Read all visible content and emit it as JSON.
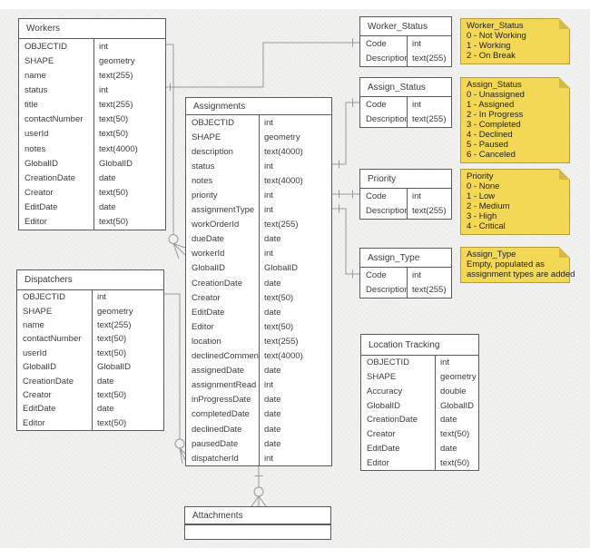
{
  "colors": {
    "canvas_bg": "#f1f1ef",
    "table_bg": "#ffffff",
    "table_border": "#5a5a5a",
    "text": "#3b3b3b",
    "connector": "#999999",
    "note_fill": "#f2d855",
    "note_border": "#b59d35",
    "note_fold": "#d4b84a"
  },
  "tables": [
    {
      "id": "workers",
      "title": "Workers",
      "fields": [
        {
          "name": "OBJECTID",
          "type": "int"
        },
        {
          "name": "SHAPE",
          "type": "geometry"
        },
        {
          "name": "name",
          "type": "text(255)"
        },
        {
          "name": "status",
          "type": "int"
        },
        {
          "name": "title",
          "type": "text(255)"
        },
        {
          "name": "contactNumber",
          "type": "text(50)"
        },
        {
          "name": "userId",
          "type": "text(50)"
        },
        {
          "name": "notes",
          "type": "text(4000)"
        },
        {
          "name": "GlobalID",
          "type": "GlobalID"
        },
        {
          "name": "CreationDate",
          "type": "date"
        },
        {
          "name": "Creator",
          "type": "text(50)"
        },
        {
          "name": "EditDate",
          "type": "date"
        },
        {
          "name": "Editor",
          "type": "text(50)"
        }
      ]
    },
    {
      "id": "dispatchers",
      "title": "Dispatchers",
      "fields": [
        {
          "name": "OBJECTID",
          "type": "int"
        },
        {
          "name": "SHAPE",
          "type": "geometry"
        },
        {
          "name": "name",
          "type": "text(255)"
        },
        {
          "name": "contactNumber",
          "type": "text(50)"
        },
        {
          "name": "userId",
          "type": "text(50)"
        },
        {
          "name": "GlobalID",
          "type": "GlobalID"
        },
        {
          "name": "CreationDate",
          "type": "date"
        },
        {
          "name": "Creator",
          "type": "text(50)"
        },
        {
          "name": "EditDate",
          "type": "date"
        },
        {
          "name": "Editor",
          "type": "text(50)"
        }
      ]
    },
    {
      "id": "assignments",
      "title": "Assignments",
      "fields": [
        {
          "name": "OBJECTID",
          "type": "int"
        },
        {
          "name": "SHAPE",
          "type": "geometry"
        },
        {
          "name": "description",
          "type": "text(4000)"
        },
        {
          "name": "status",
          "type": "int"
        },
        {
          "name": "notes",
          "type": "text(4000)"
        },
        {
          "name": "priority",
          "type": "int"
        },
        {
          "name": "assignmentType",
          "type": "int"
        },
        {
          "name": "workOrderId",
          "type": "text(255)"
        },
        {
          "name": "dueDate",
          "type": "date"
        },
        {
          "name": "workerId",
          "type": "int"
        },
        {
          "name": "GlobalID",
          "type": "GlobalID"
        },
        {
          "name": "CreationDate",
          "type": "date"
        },
        {
          "name": "Creator",
          "type": "text(50)"
        },
        {
          "name": "EditDate",
          "type": "date"
        },
        {
          "name": "Editor",
          "type": "text(50)"
        },
        {
          "name": "location",
          "type": "text(255)"
        },
        {
          "name": "declinedComment",
          "type": "text(4000)"
        },
        {
          "name": "assignedDate",
          "type": "date"
        },
        {
          "name": "assignmentRead",
          "type": "int"
        },
        {
          "name": "inProgressDate",
          "type": "date"
        },
        {
          "name": "completedDate",
          "type": "date"
        },
        {
          "name": "declinedDate",
          "type": "date"
        },
        {
          "name": "pausedDate",
          "type": "date"
        },
        {
          "name": "dispatcherId",
          "type": "int"
        }
      ]
    },
    {
      "id": "worker-status",
      "title": "Worker_Status",
      "fields": [
        {
          "name": "Code",
          "type": "int"
        },
        {
          "name": "Description",
          "type": "text(255)"
        }
      ]
    },
    {
      "id": "assign-status",
      "title": "Assign_Status",
      "fields": [
        {
          "name": "Code",
          "type": "int"
        },
        {
          "name": "Description",
          "type": "text(255)"
        }
      ]
    },
    {
      "id": "priority",
      "title": "Priority",
      "fields": [
        {
          "name": "Code",
          "type": "int"
        },
        {
          "name": "Description",
          "type": "text(255)"
        }
      ]
    },
    {
      "id": "assign-type",
      "title": "Assign_Type",
      "fields": [
        {
          "name": "Code",
          "type": "int"
        },
        {
          "name": "Description",
          "type": "text(255)"
        }
      ]
    },
    {
      "id": "location-tracking",
      "title": "Location Tracking",
      "fields": [
        {
          "name": "OBJECTID",
          "type": "int"
        },
        {
          "name": "SHAPE",
          "type": "geometry"
        },
        {
          "name": "Accuracy",
          "type": "double"
        },
        {
          "name": "GlobalID",
          "type": "GlobalID"
        },
        {
          "name": "CreationDate",
          "type": "date"
        },
        {
          "name": "Creator",
          "type": "text(50)"
        },
        {
          "name": "EditDate",
          "type": "date"
        },
        {
          "name": "Editor",
          "type": "text(50)"
        }
      ]
    },
    {
      "id": "attachments",
      "title": "Attachments",
      "fields": []
    }
  ],
  "notes": [
    {
      "id": "worker-status-note",
      "title": "Worker_Status",
      "lines": [
        "0 - Not Working",
        "1 - Working",
        "2 - On Break"
      ]
    },
    {
      "id": "assign-status-note",
      "title": "Assign_Status",
      "lines": [
        "0 - Unassigned",
        "1 - Assigned",
        "2 - In Progress",
        "3 - Completed",
        "4 - Declined",
        "5 - Paused",
        "6 - Canceled"
      ]
    },
    {
      "id": "priority-note",
      "title": "Priority",
      "lines": [
        "0 - None",
        "1 - Low",
        "2 - Medium",
        "3 - High",
        "4 - Critical"
      ]
    },
    {
      "id": "assign-type-note",
      "title": "Assign_Type",
      "lines": [
        "Empty, populated as",
        "assignment types are added"
      ]
    }
  ],
  "relationships": [
    {
      "from": "Worker_Status.Code",
      "to": "Workers.status",
      "from_marker": "one",
      "to_marker": "many"
    },
    {
      "from": "Assign_Status.Code",
      "to": "Assignments.status",
      "from_marker": "one",
      "to_marker": "one"
    },
    {
      "from": "Priority.Code",
      "to": "Assignments.priority",
      "from_marker": "one",
      "to_marker": "one"
    },
    {
      "from": "Assign_Type.Code",
      "to": "Assignments.assignmentType",
      "from_marker": "one",
      "to_marker": "one"
    },
    {
      "from": "Workers.OBJECTID",
      "to": "Assignments.workerId",
      "from_marker": "one",
      "to_marker": "zero-or-many"
    },
    {
      "from": "Dispatchers.OBJECTID",
      "to": "Assignments.dispatcherId",
      "from_marker": "one",
      "to_marker": "zero-or-many"
    },
    {
      "from": "Assignments",
      "to": "Attachments",
      "from_marker": "one",
      "to_marker": "zero-or-many"
    }
  ]
}
